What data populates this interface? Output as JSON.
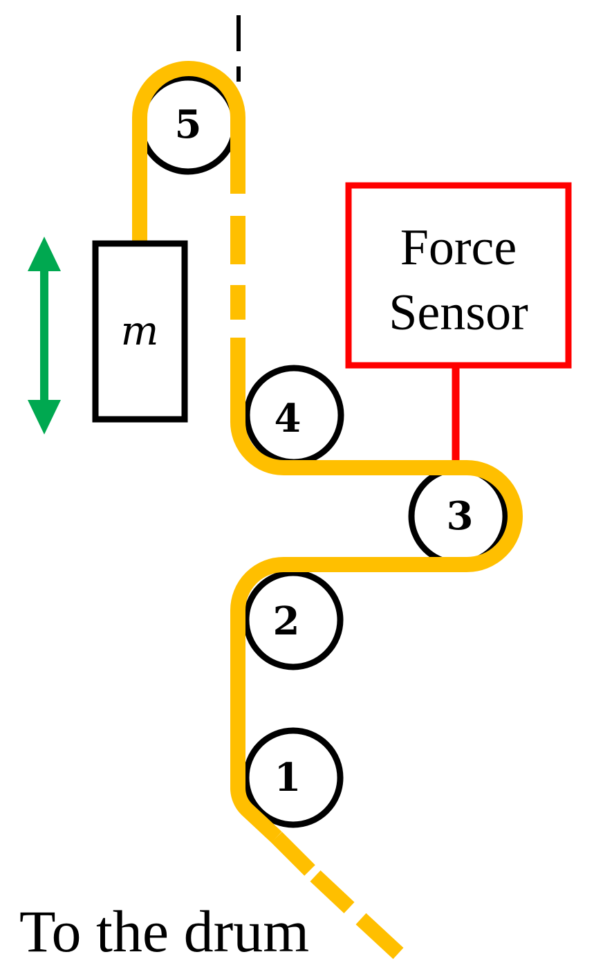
{
  "colors": {
    "cable": "#ffbf00",
    "sensor": "#ff0000",
    "arrow": "#00a850",
    "outline": "#000000"
  },
  "pulleys": [
    {
      "label": "1"
    },
    {
      "label": "2"
    },
    {
      "label": "3"
    },
    {
      "label": "4"
    },
    {
      "label": "5"
    }
  ],
  "mass": {
    "label": "m"
  },
  "sensor": {
    "line1": "Force",
    "line2": "Sensor"
  },
  "caption": "To the drum",
  "icons": {
    "motion_arrow": "double-headed-vertical-arrow-icon"
  }
}
